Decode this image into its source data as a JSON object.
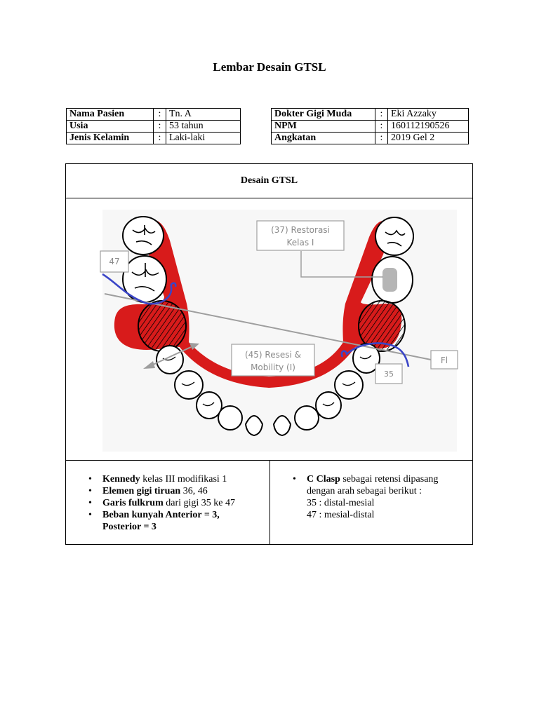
{
  "title": "Lembar Desain GTSL",
  "patient": {
    "rows": [
      {
        "label": "Nama Pasien",
        "sep": ":",
        "value": "Tn. A"
      },
      {
        "label": "Usia",
        "sep": ":",
        "value": "53 tahun"
      },
      {
        "label": "Jenis Kelamin",
        "sep": ":",
        "value": "Laki-laki"
      }
    ]
  },
  "doctor": {
    "rows": [
      {
        "label": "Dokter Gigi Muda",
        "sep": ":",
        "value": "Eki Azzaky"
      },
      {
        "label": "NPM",
        "sep": ":",
        "value": "160112190526"
      },
      {
        "label": "Angkatan",
        "sep": ":",
        "value": "2019 Gel 2"
      }
    ]
  },
  "design": {
    "heading": "Desain GTSL",
    "labels": {
      "restorasi_1": "(37) Restorasi",
      "restorasi_2": "Kelas I",
      "tooth_47": "47",
      "resesi_1": "(45) Resesi &",
      "resesi_2": "Mobility (I)",
      "fl": "Fl",
      "tooth_35": "35"
    },
    "colors": {
      "base": "#d81b1b",
      "clasp": "#3a45c7",
      "label_border": "#a0a0a0",
      "label_text": "#8a8a8a"
    }
  },
  "notes_left": [
    {
      "bold": "Kennedy",
      "text": " kelas III modifikasi 1"
    },
    {
      "bold": "Elemen gigi tiruan",
      "text": " 36, 46"
    },
    {
      "bold": "Garis fulkrum",
      "text": " dari gigi 35 ke 47"
    },
    {
      "bold": "Beban kunyah Anterior = 3,",
      "bold2": "Posterior = 3"
    }
  ],
  "notes_right": {
    "bold": "C Clasp",
    "text": " sebagai retensi dipasang dengan arah sebagai berikut :",
    "line1": "35 : distal-mesial",
    "line2": "47 : mesial-distal"
  }
}
